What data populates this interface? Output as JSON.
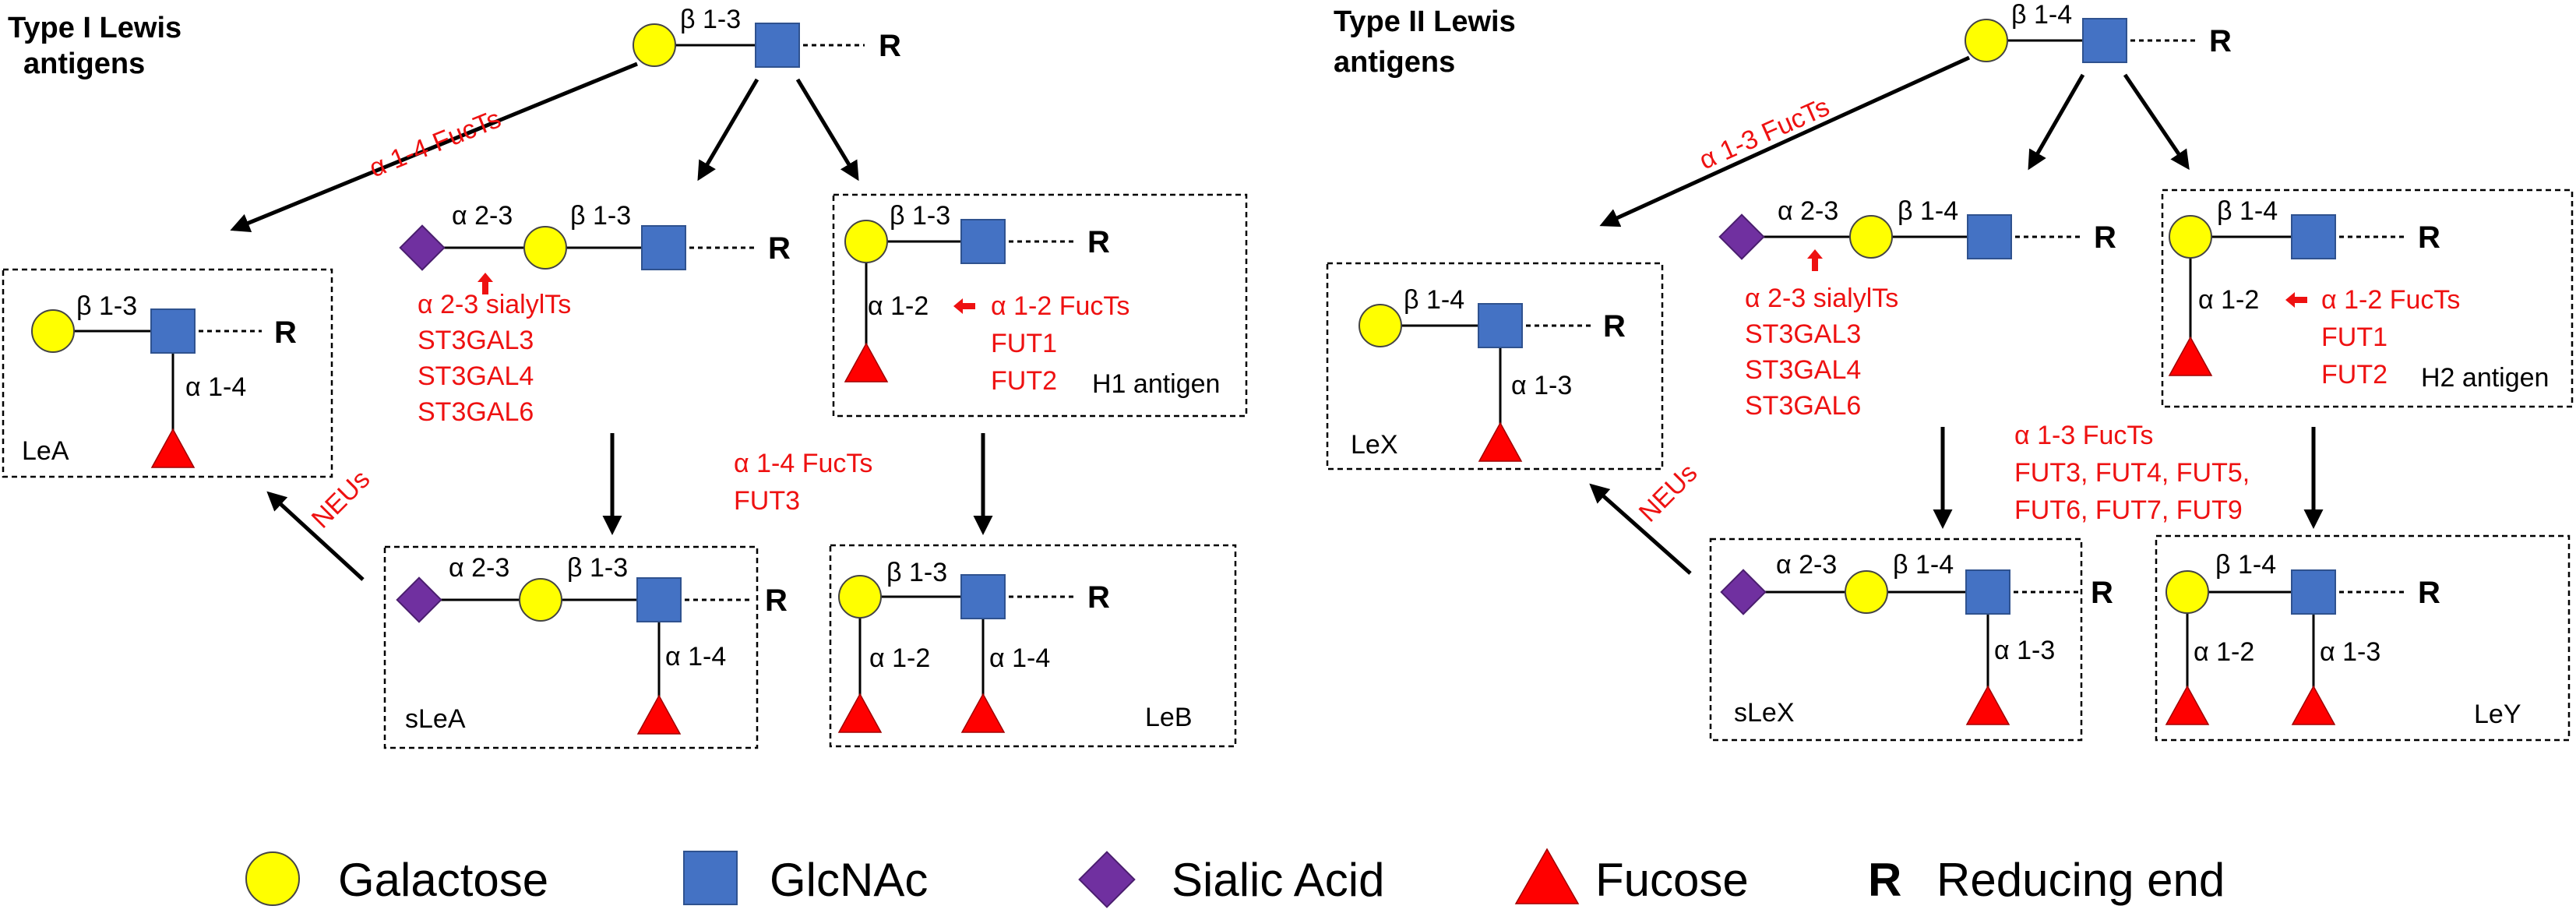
{
  "titles": {
    "type1_line1": "Type I Lewis",
    "type1_line2": "antigens",
    "type2_line1": "Type II Lewis",
    "type2_line2": "antigens"
  },
  "reducing_label": "R",
  "links": {
    "b13": "β 1-3",
    "b14": "β 1-4",
    "a23": "α 2-3",
    "a12": "α 1-2",
    "a13": "α 1-3",
    "a14": "α 1-4"
  },
  "enzymes": {
    "a14_fucts": "α 1-4 FucTs",
    "a13_fucts": "α 1-3 FucTs",
    "a23_sialylts": "α 2-3 sialylTs",
    "st3gal3": "ST3GAL3",
    "st3gal4": "ST3GAL4",
    "st3gal6": "ST3GAL6",
    "a12_fucts": "α 1-2 FucTs",
    "fut1": "FUT1",
    "fut2": "FUT2",
    "fut3": "FUT3",
    "fut_list_1": "FUT3, FUT4, FUT5,",
    "fut_list_2": "FUT6, FUT7, FUT9",
    "neus": "NEUs"
  },
  "antigens": {
    "lea": "LeA",
    "leb": "LeB",
    "slea": "sLeA",
    "h1": "H1 antigen",
    "lex": "LeX",
    "ley": "LeY",
    "slex": "sLeX",
    "h2": "H2 antigen"
  },
  "legend": {
    "galactose": "Galactose",
    "glcnac": "GlcNAc",
    "sialic_acid": "Sialic Acid",
    "fucose": "Fucose",
    "r_symbol": "R",
    "reducing_end": "Reducing end"
  },
  "colors": {
    "galactose": "#ffff00",
    "glcnac": "#4472c4",
    "sialic_acid": "#7030a0",
    "fucose": "#ff0000",
    "enzyme_text": "#ee1111"
  }
}
